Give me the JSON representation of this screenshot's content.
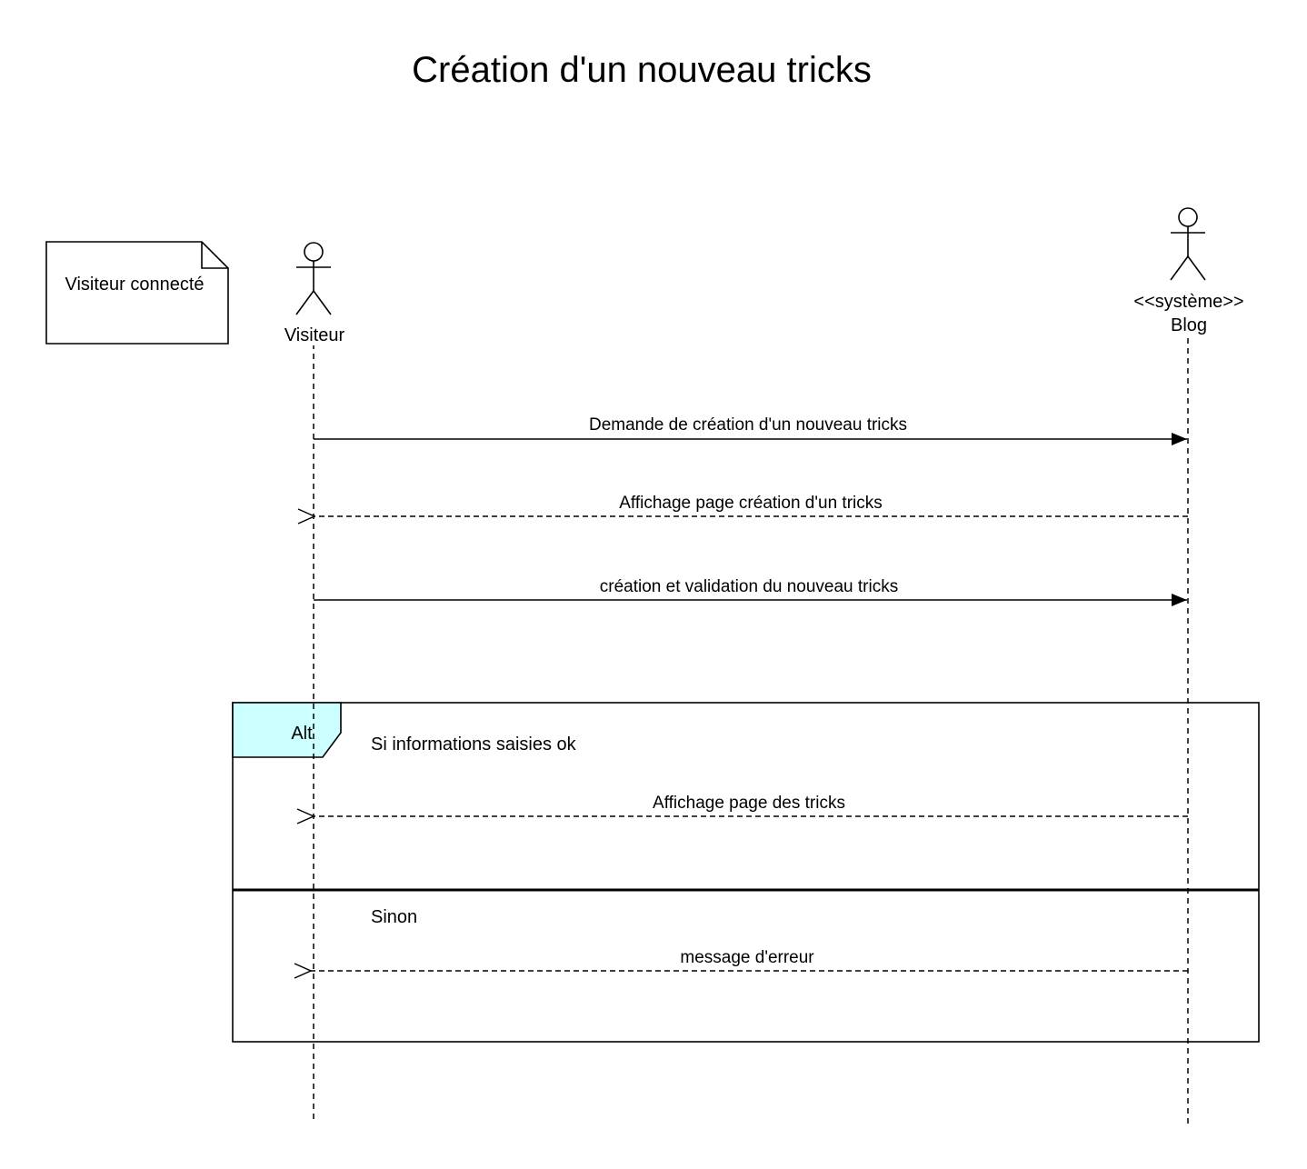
{
  "title": "Création d'un nouveau tricks",
  "note": {
    "text": "Visiteur connecté"
  },
  "actors": [
    {
      "name": "Visiteur",
      "stereotype": ""
    },
    {
      "name": "Blog",
      "stereotype": "<<système>>"
    }
  ],
  "messages": [
    {
      "label": "Demande de création d'un nouveau tricks",
      "type": "sync",
      "from": "Visiteur",
      "to": "Blog"
    },
    {
      "label": "Affichage page création d'un tricks",
      "type": "reply",
      "from": "Blog",
      "to": "Visiteur"
    },
    {
      "label": "création et validation du nouveau tricks",
      "type": "sync",
      "from": "Visiteur",
      "to": "Blog"
    }
  ],
  "fragment": {
    "operator": "Alt",
    "color": "#ccffff",
    "operands": [
      {
        "guard": "Si informations saisies ok",
        "messages": [
          {
            "label": "Affichage page des tricks",
            "type": "reply",
            "from": "Blog",
            "to": "Visiteur"
          }
        ]
      },
      {
        "guard": "Sinon",
        "messages": [
          {
            "label": "message d'erreur",
            "type": "reply",
            "from": "Blog",
            "to": "Visiteur"
          }
        ]
      }
    ]
  }
}
